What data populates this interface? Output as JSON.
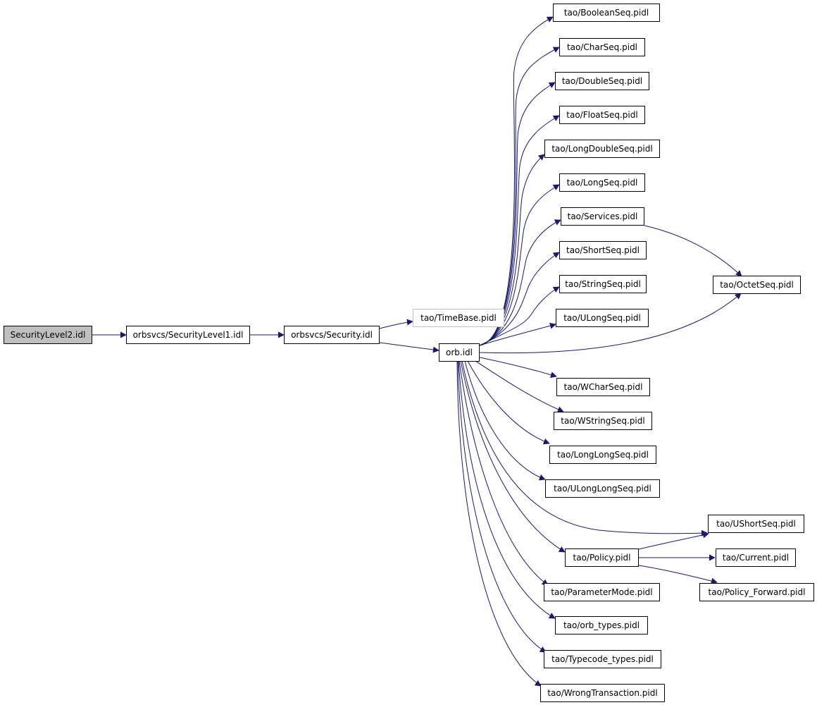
{
  "nodes": {
    "securitylevel2": "SecurityLevel2.idl",
    "securitylevel1": "orbsvcs/SecurityLevel1.idl",
    "security": "orbsvcs/Security.idl",
    "timebase": "tao/TimeBase.pidl",
    "orb": "orb.idl",
    "booleanseq": "tao/BooleanSeq.pidl",
    "charseq": "tao/CharSeq.pidl",
    "doubleseq": "tao/DoubleSeq.pidl",
    "floatseq": "tao/FloatSeq.pidl",
    "longdoubleseq": "tao/LongDoubleSeq.pidl",
    "longseq": "tao/LongSeq.pidl",
    "services": "tao/Services.pidl",
    "shortseq": "tao/ShortSeq.pidl",
    "stringseq": "tao/StringSeq.pidl",
    "ulongseq": "tao/ULongSeq.pidl",
    "wcharseq": "tao/WCharSeq.pidl",
    "wstringseq": "tao/WStringSeq.pidl",
    "longlongseq": "tao/LongLongSeq.pidl",
    "ulonglongseq": "tao/ULongLongSeq.pidl",
    "policy": "tao/Policy.pidl",
    "parametermode": "tao/ParameterMode.pidl",
    "orb_types": "tao/orb_types.pidl",
    "typecode_types": "tao/Typecode_types.pidl",
    "wrongtransaction": "tao/WrongTransaction.pidl",
    "octetseq": "tao/OctetSeq.pidl",
    "ushortseq": "tao/UShortSeq.pidl",
    "current": "tao/Current.pidl",
    "policy_forward": "tao/Policy_Forward.pidl"
  },
  "colors": {
    "edge": "#191970",
    "node_border": "#000000",
    "root_fill": "#bfbfbf",
    "external_border": "#bfbfbf"
  }
}
